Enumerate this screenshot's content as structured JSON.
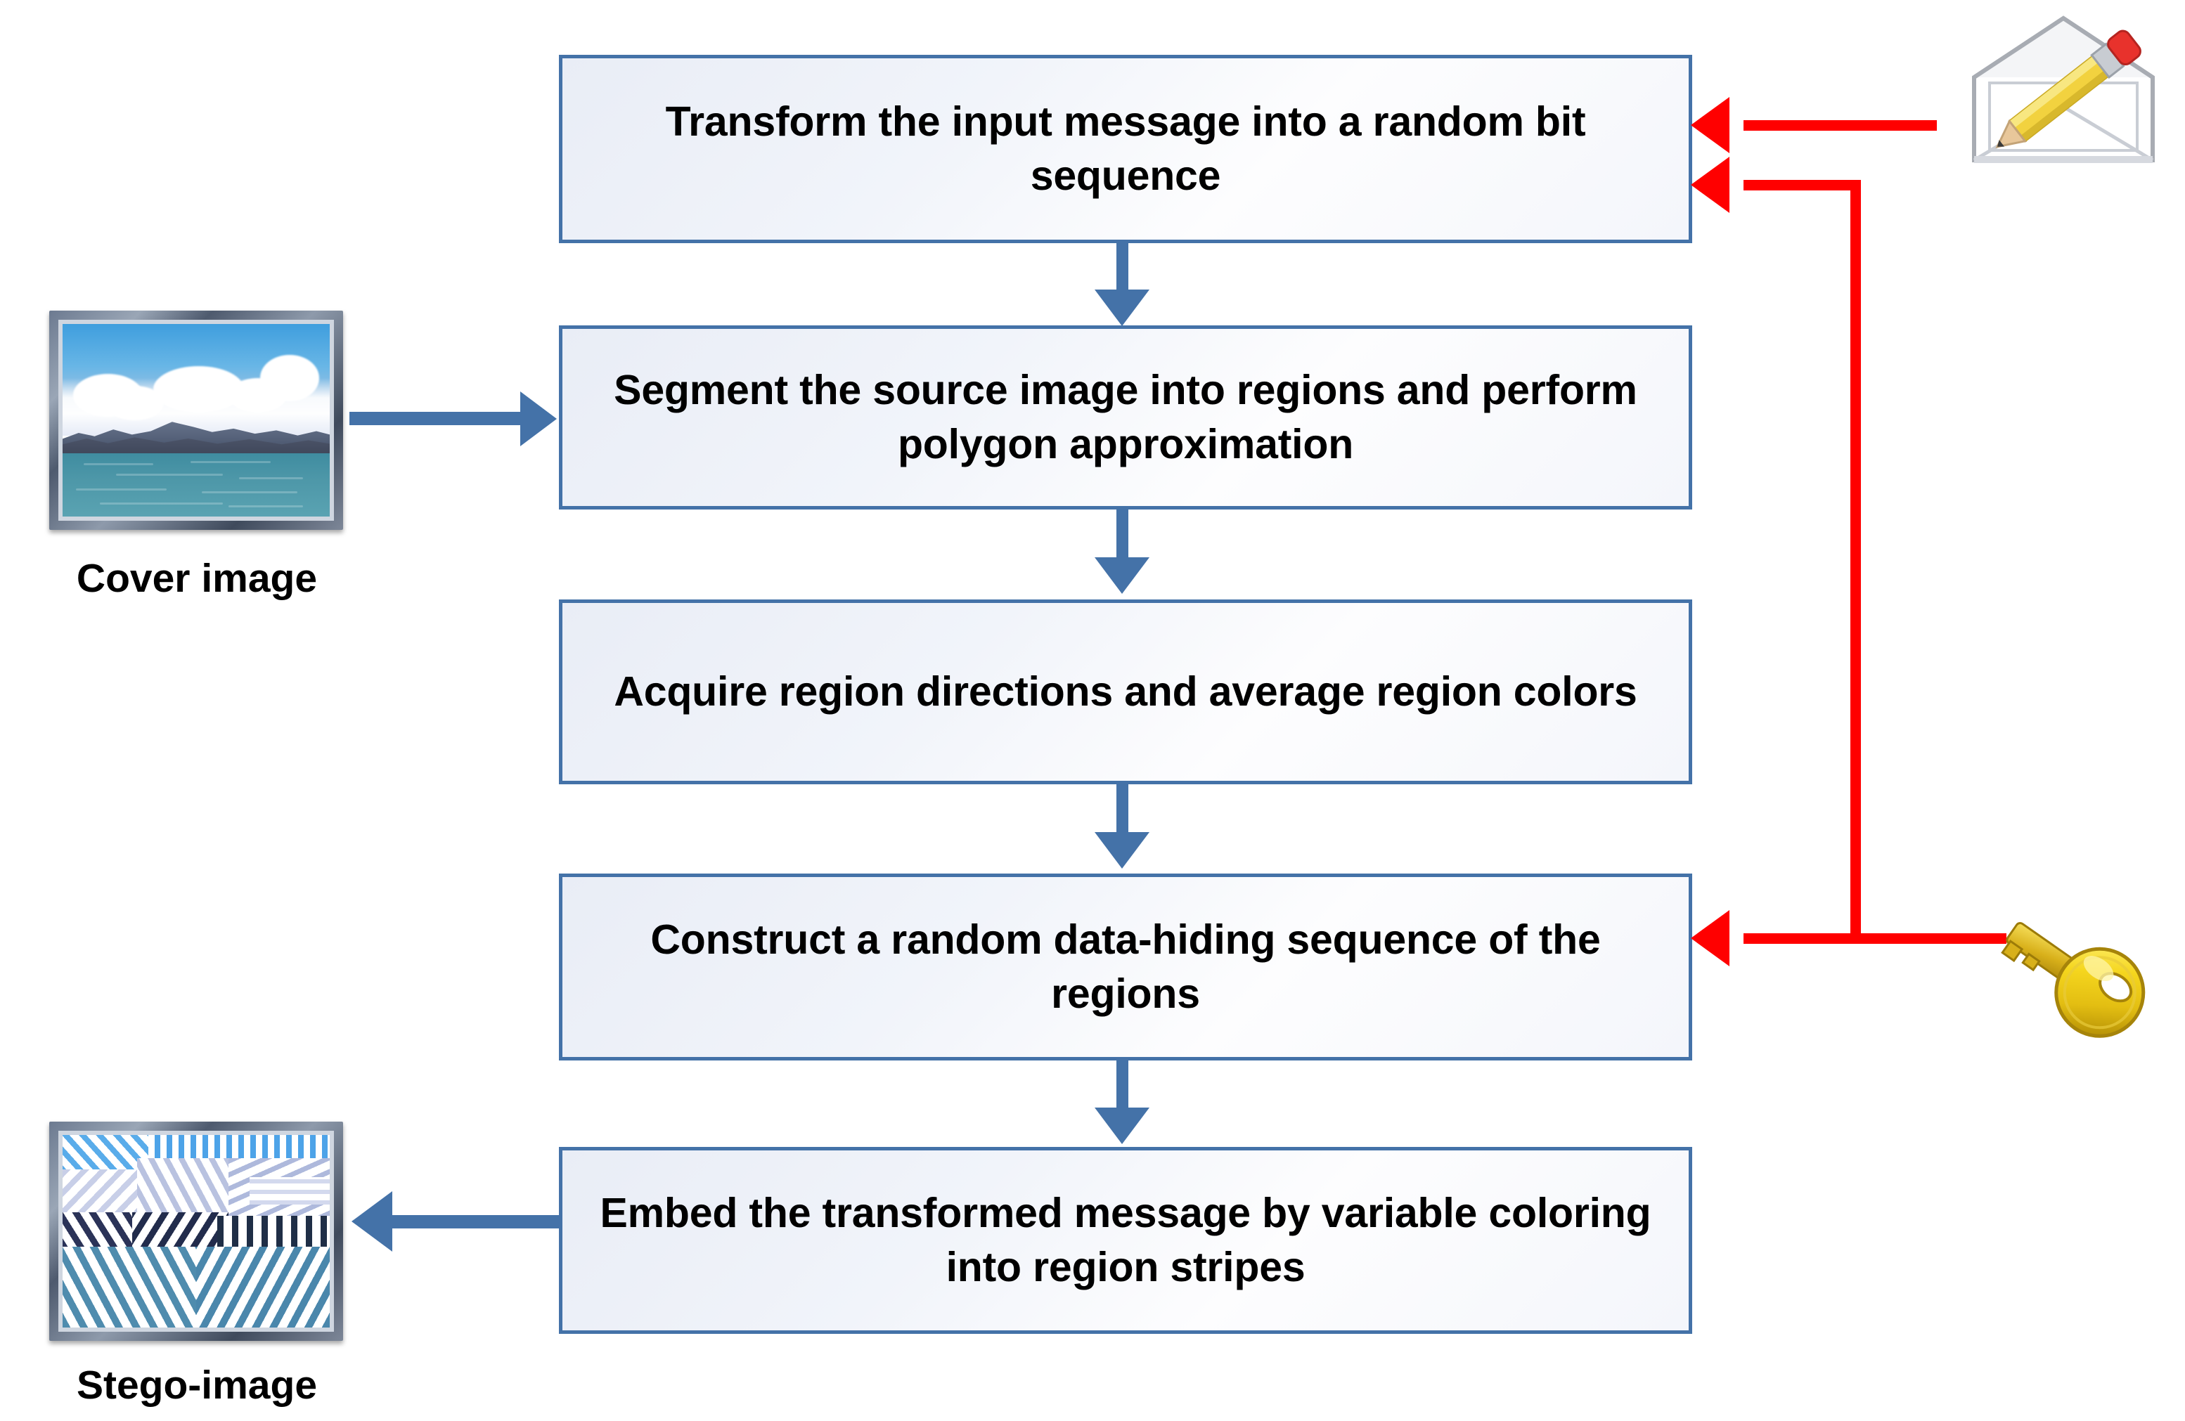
{
  "diagram": {
    "title": "Steganographic embedding pipeline flowchart",
    "accent_blue": "#4472A8",
    "accent_red": "#FF0000",
    "box_fill": "#EDF0F7"
  },
  "steps": [
    {
      "id": "step-1",
      "text": "Transform the input message into a random bit sequence"
    },
    {
      "id": "step-2",
      "text": "Segment the source image into regions and perform polygon approximation"
    },
    {
      "id": "step-3",
      "text": "Acquire region directions and average region colors"
    },
    {
      "id": "step-4",
      "text": "Construct a random data-hiding sequence of the regions"
    },
    {
      "id": "step-5",
      "text": "Embed the transformed message by variable coloring into region stripes"
    }
  ],
  "assets": {
    "cover_image_caption": "Cover image",
    "stego_image_caption": "Stego-image",
    "message_icon": "envelope-with-pencil-icon",
    "key_icon": "key-icon"
  }
}
